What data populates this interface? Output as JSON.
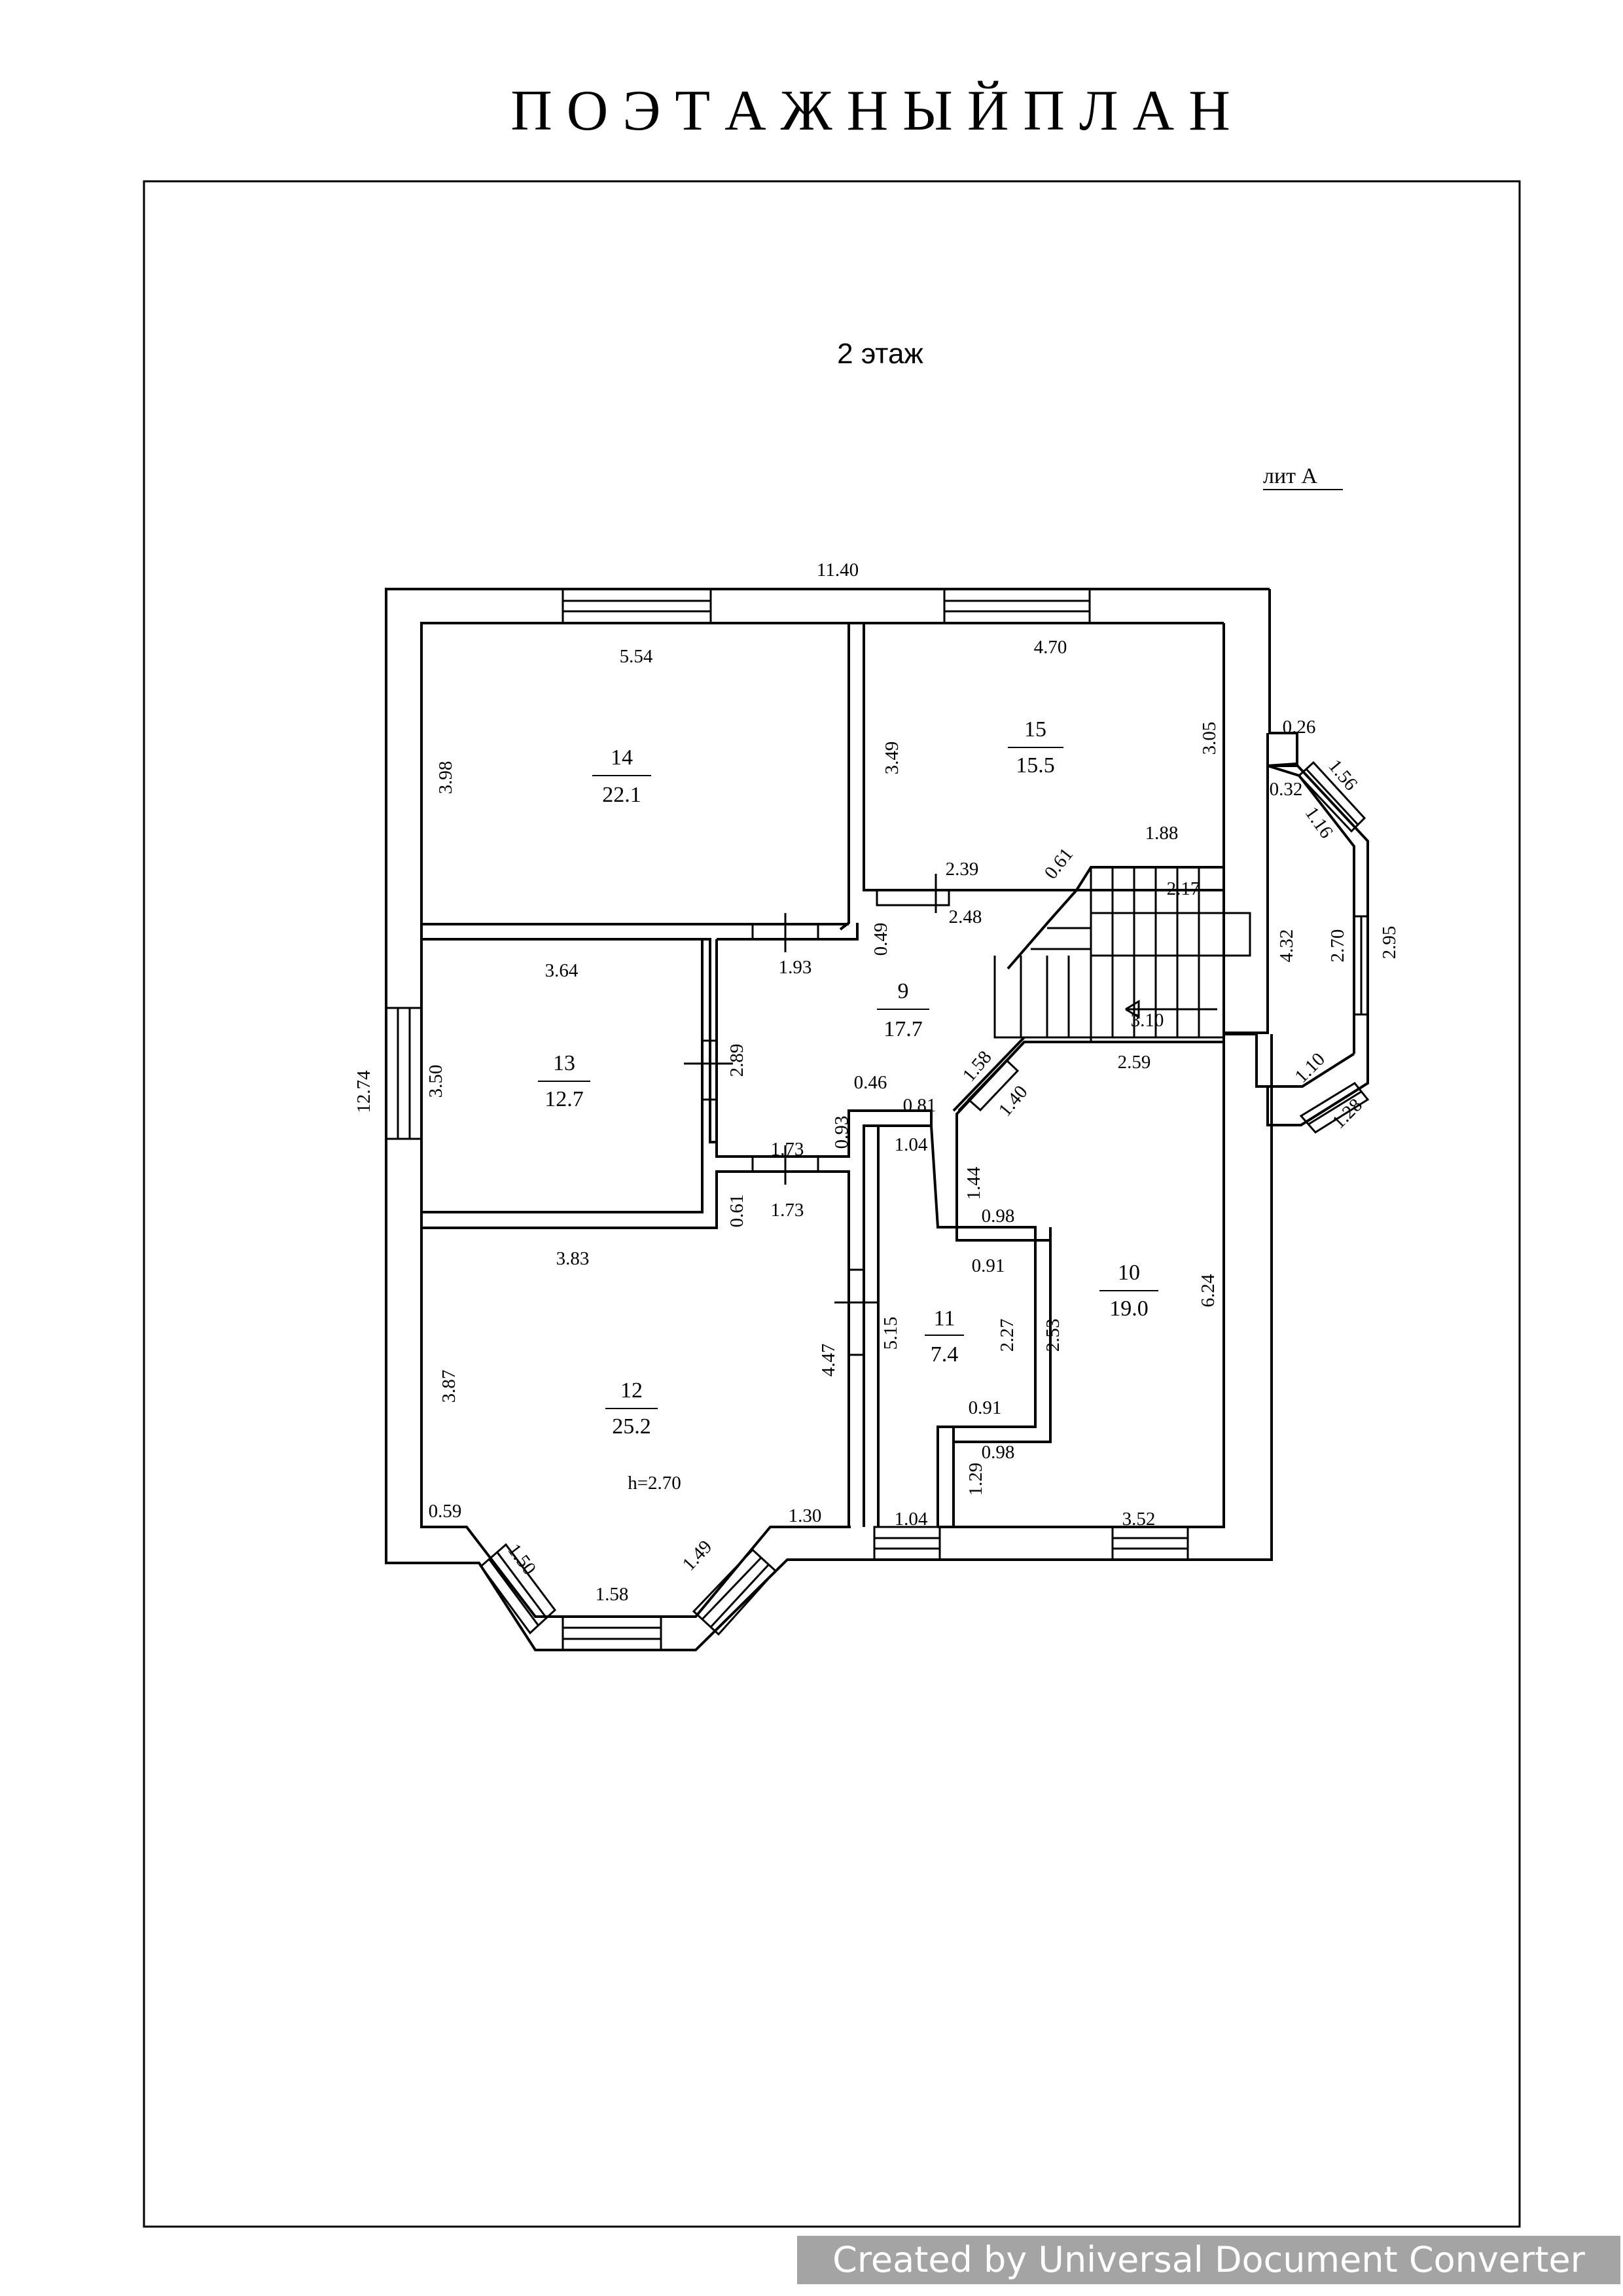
{
  "title": "П О Э Т А Ж Н Ы Й   П Л А Н",
  "floor": "2 этаж",
  "liter": "лит  А",
  "watermark": "Created by Universal Document Converter",
  "rooms": [
    {
      "number": "14",
      "area": "22.1"
    },
    {
      "number": "15",
      "area": "15.5"
    },
    {
      "number": "9",
      "area": "17.7"
    },
    {
      "number": "13",
      "area": "12.7"
    },
    {
      "number": "12",
      "area": "25.2"
    },
    {
      "number": "11",
      "area": "7.4"
    },
    {
      "number": "10",
      "area": "19.0"
    }
  ],
  "ceiling": "h=2.70",
  "dims": [
    "11.40",
    "5.54",
    "4.70",
    "3.98",
    "3.49",
    "3.05",
    "0.26",
    "1.56",
    "0.32",
    "1.16",
    "2.39",
    "0.61",
    "1.88",
    "2.48",
    "2.17",
    "0.49",
    "1.93",
    "4.32",
    "2.70",
    "2.95",
    "3.64",
    "3.10",
    "12.74",
    "3.50",
    "2.89",
    "1.58",
    "2.59",
    "1.10",
    "1.28",
    "0.46",
    "1.40",
    "0.81",
    "0.93",
    "1.73",
    "1.04",
    "1.44",
    "0.61",
    "1.73",
    "0.98",
    "3.83",
    "0.91",
    "6.24",
    "5.15",
    "2.27",
    "2.53",
    "4.47",
    "3.87",
    "0.91",
    "0.98",
    "1.29",
    "0.59",
    "1.30",
    "1.04",
    "3.52",
    "1.50",
    "1.49",
    "1.58"
  ]
}
